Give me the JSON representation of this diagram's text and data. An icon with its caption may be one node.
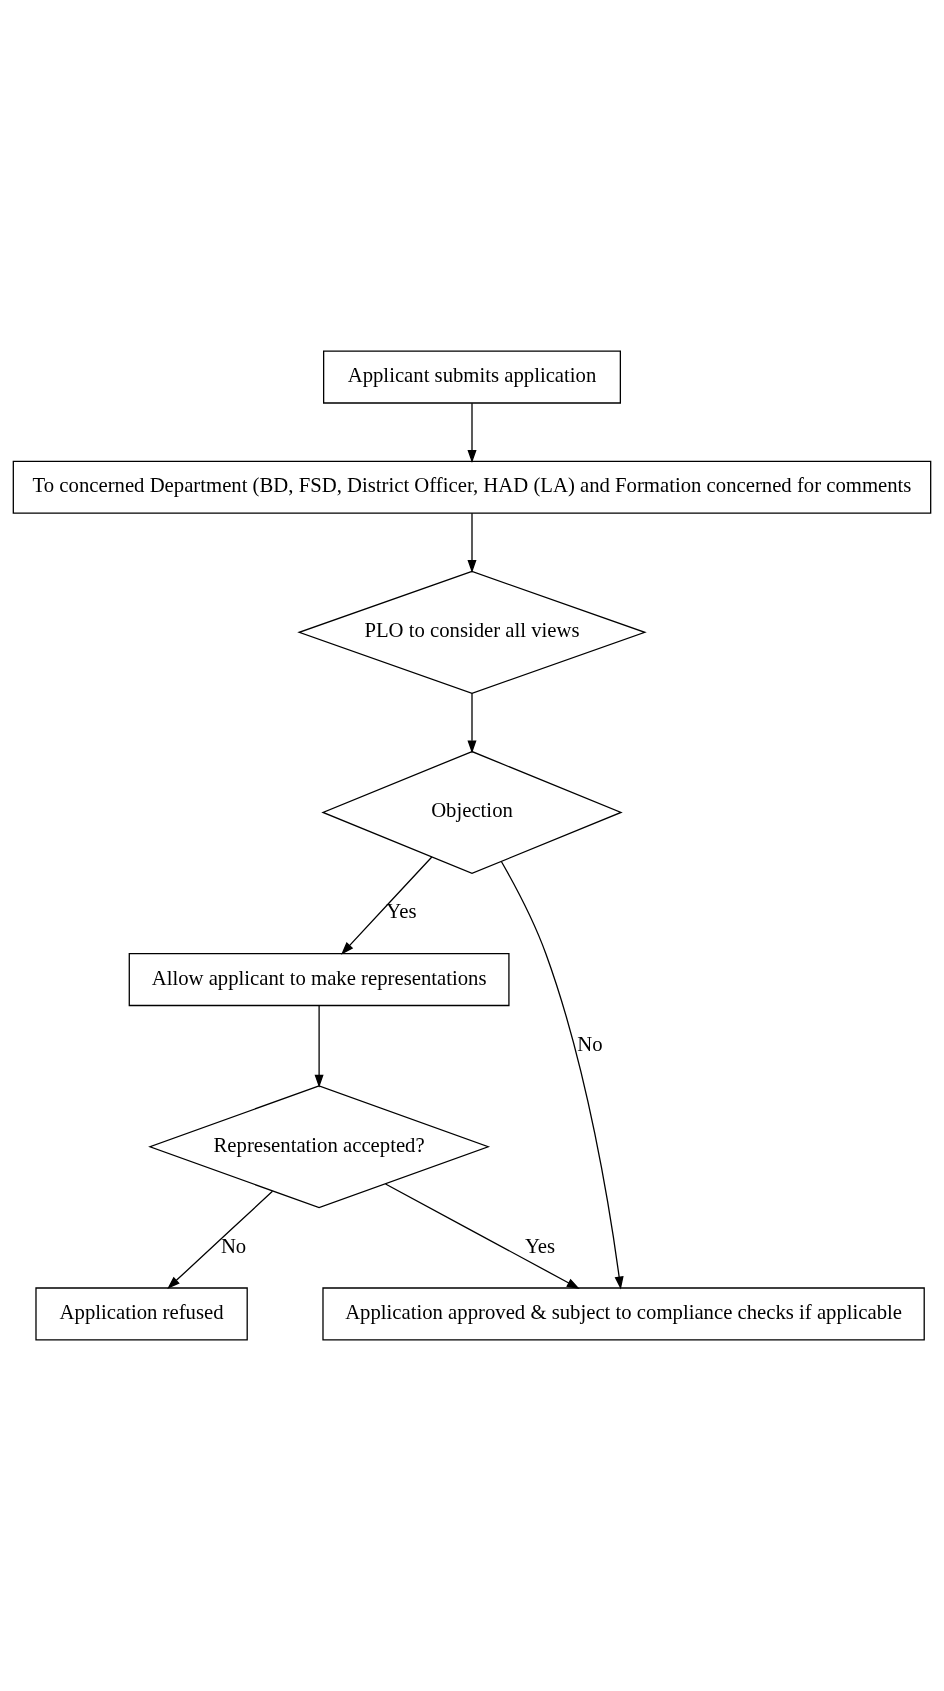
{
  "diagram": {
    "nodes": [
      {
        "text": [
          "Applicant submits application"
        ]
      },
      {
        "text": [
          "To concerned Department (BD, FSD, District Officer, HAD (LA) and Formation concerned for comments"
        ]
      },
      {
        "text": [
          "PLO to consider all views"
        ]
      },
      {
        "text": [
          "Objection"
        ]
      },
      {
        "text": [
          "Allow applicant to make representations"
        ]
      },
      {
        "text": [
          "Representation accepted?"
        ]
      },
      {
        "text": [
          "Application refused"
        ]
      },
      {
        "text": [
          "Application approved & subject to compliance checks if applicable"
        ]
      }
    ],
    "edges": [
      {
        "from": 0,
        "to": 1,
        "arrow": "to"
      },
      {
        "from": 1,
        "to": 2,
        "arrow": "to"
      },
      {
        "from": 2,
        "to": 3,
        "arrow": "to"
      },
      {
        "from": 3,
        "to": 4,
        "arrow": "to",
        "label": "Yes"
      },
      {
        "from": 3,
        "to": 7,
        "arrow": "to",
        "label": "No"
      },
      {
        "from": 4,
        "to": 5,
        "arrow": "to"
      },
      {
        "from": 5,
        "to": 7,
        "arrow": "to",
        "label": "Yes"
      },
      {
        "from": 5,
        "to": 6,
        "arrow": "to",
        "label": "No"
      }
    ]
  }
}
